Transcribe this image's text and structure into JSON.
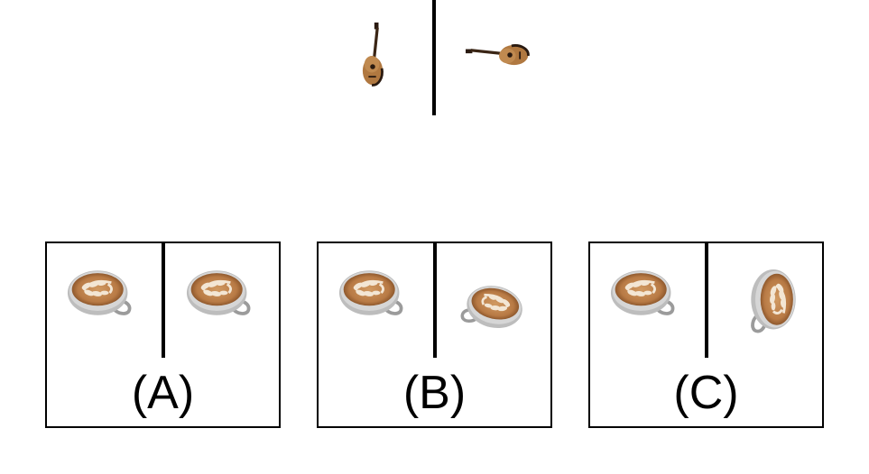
{
  "question": {
    "reference": {
      "left_item": {
        "icon": "guitar-icon",
        "orientation": "upright"
      },
      "right_item": {
        "icon": "guitar-icon",
        "orientation": "rotated-horizontal"
      }
    }
  },
  "options": [
    {
      "label": "(A)",
      "left_item": {
        "icon": "latte-cup-icon"
      },
      "right_item": {
        "icon": "latte-cup-icon"
      }
    },
    {
      "label": "(B)",
      "left_item": {
        "icon": "latte-cup-icon"
      },
      "right_item": {
        "icon": "latte-cup-icon"
      }
    },
    {
      "label": "(C)",
      "left_item": {
        "icon": "latte-cup-icon"
      },
      "right_item": {
        "icon": "latte-cup-icon"
      }
    }
  ],
  "colors": {
    "wood": "#b07840",
    "wood_dark": "#5a3010",
    "coffee": "#b87a45",
    "foam": "#f3e6d4",
    "cup": "#a9a9a9"
  }
}
